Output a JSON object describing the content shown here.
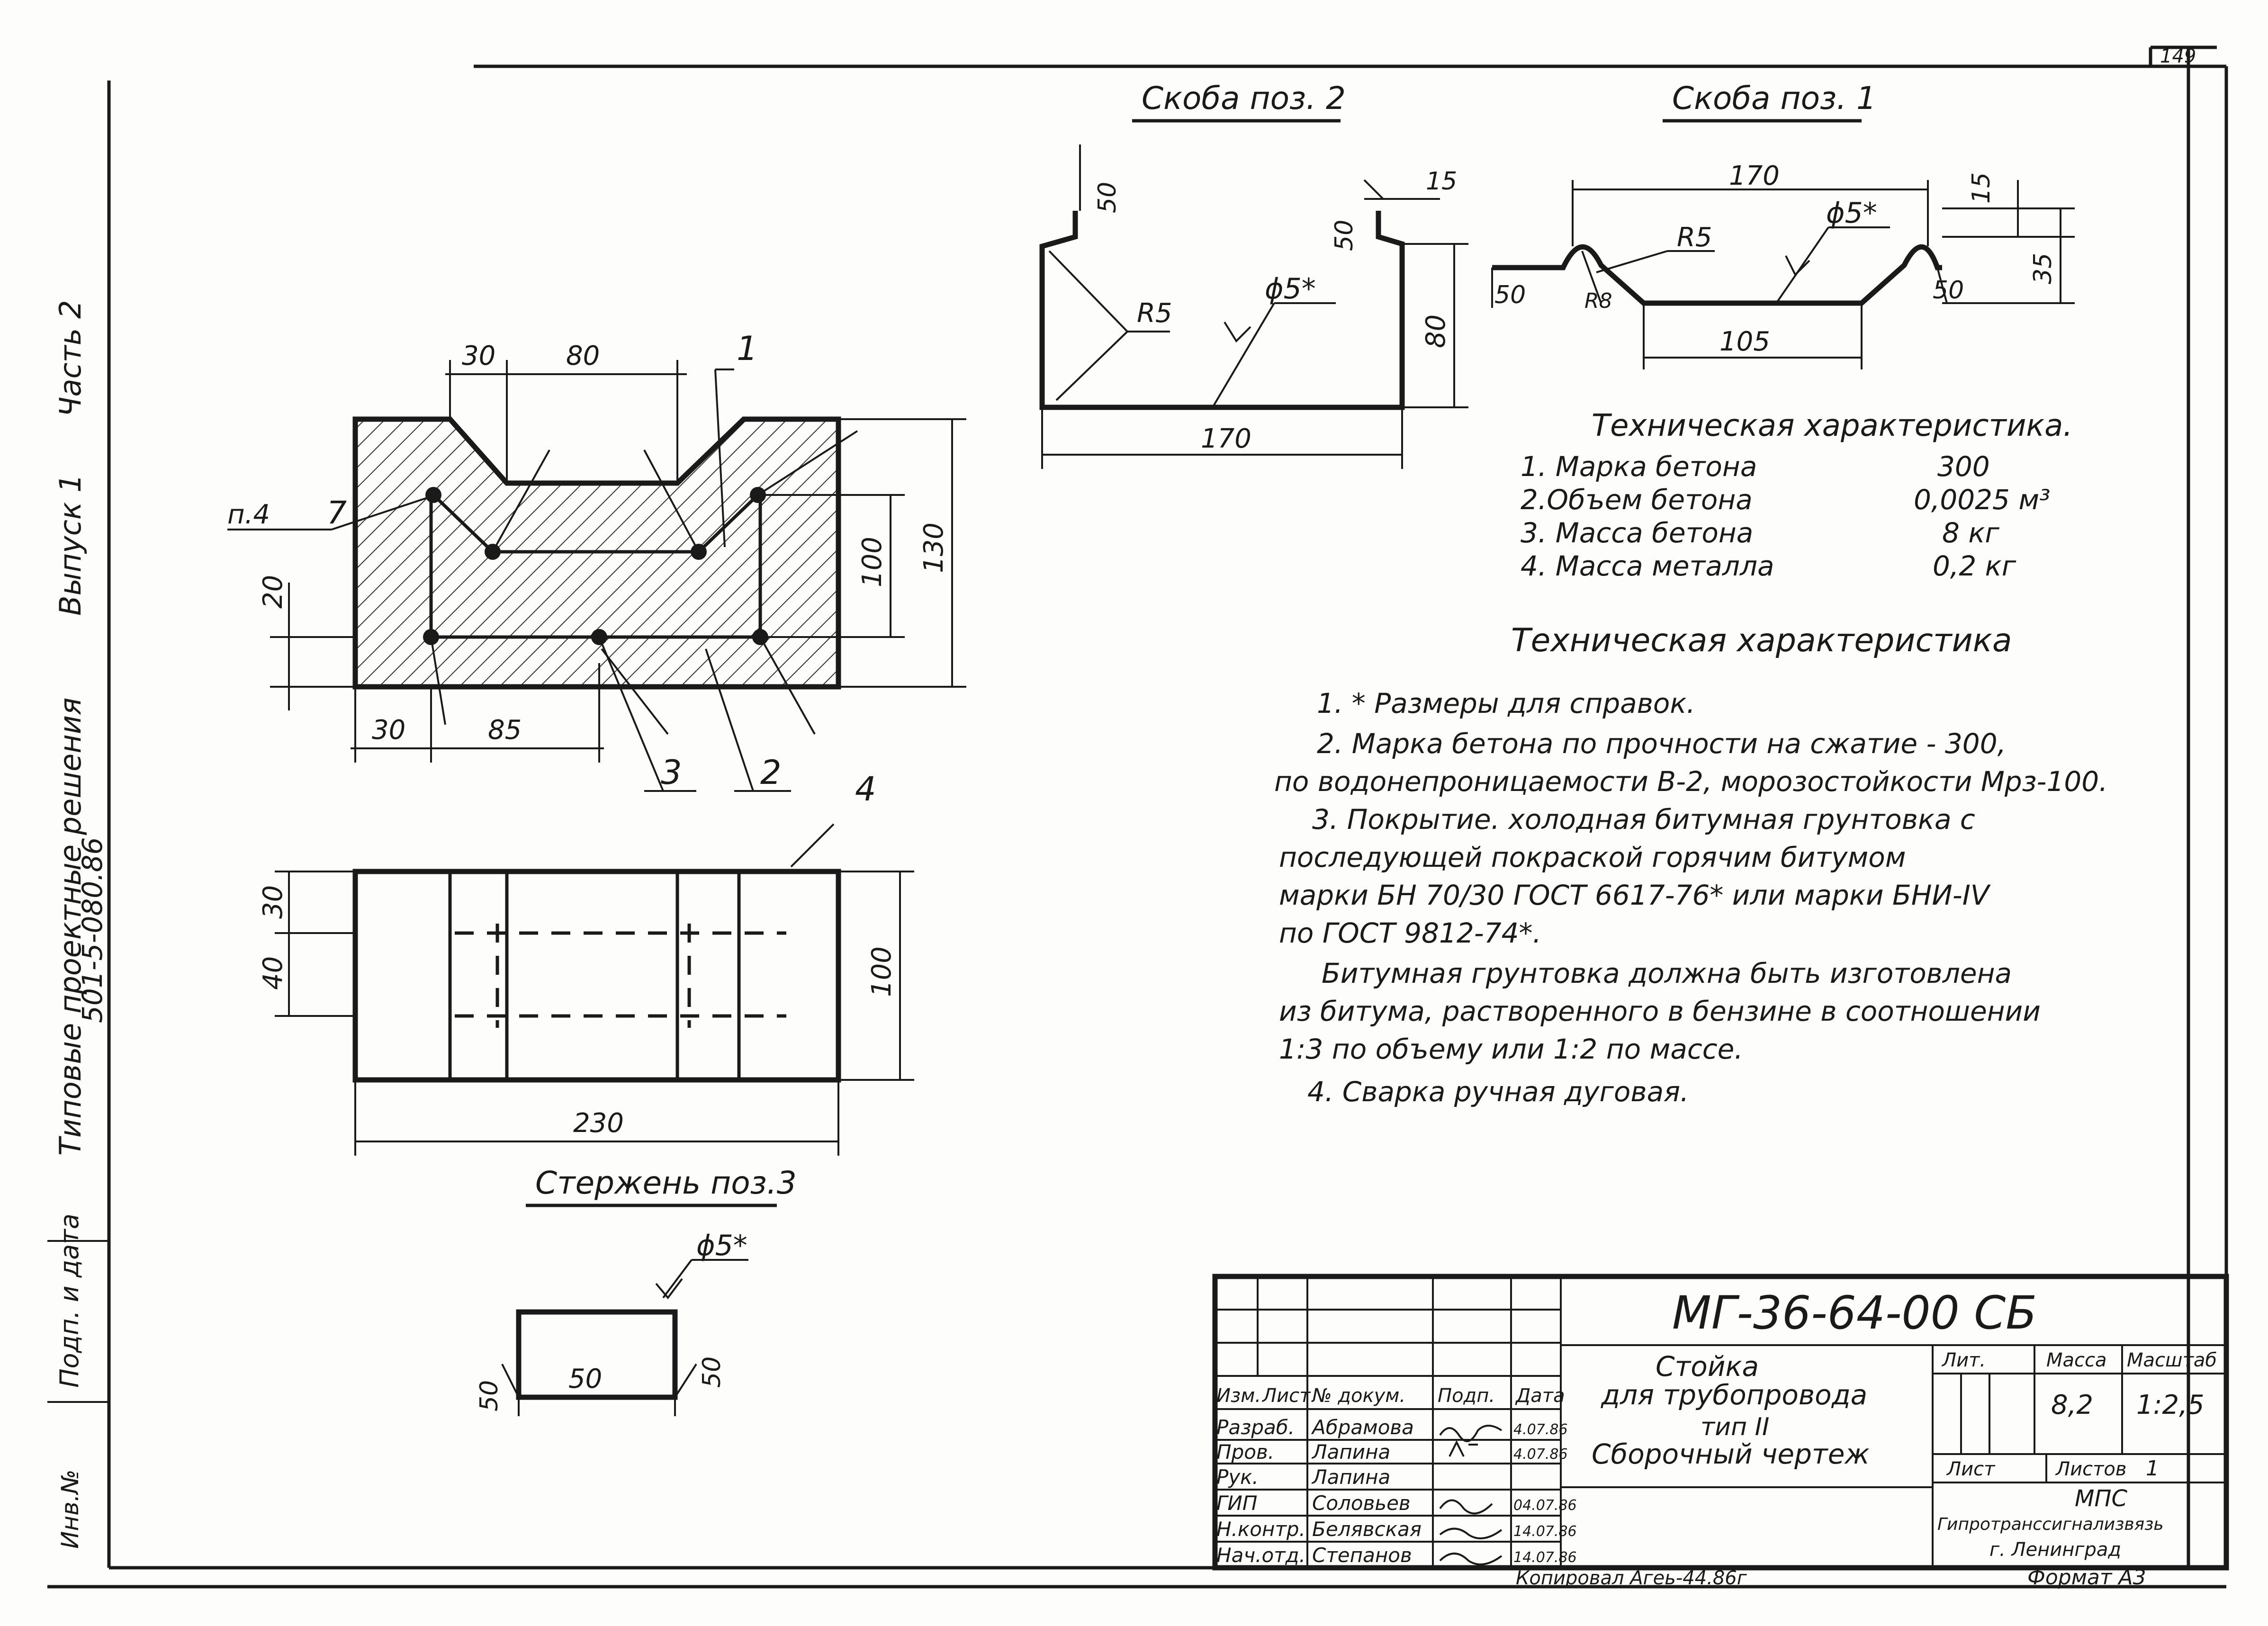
{
  "sheet": {
    "number": "149",
    "format": "Формат А3",
    "copied_note": "Копировал Агеь-44.86г"
  },
  "side": {
    "series": "Типовые проектные решения",
    "code": "501-5-080.86",
    "issue": "Выпуск 1",
    "part": "Часть 2",
    "inv": "Инв.№",
    "sign_date": "Подп. и дата"
  },
  "views": {
    "section": {
      "dims": {
        "d30_top": "30",
        "d80": "80",
        "d130": "130",
        "d100": "100",
        "d20": "20",
        "d30_bot": "30",
        "d85": "85"
      },
      "callouts": {
        "p1": "1",
        "p2": "2",
        "p3": "3",
        "p4": "4",
        "p7": "7",
        "pn4": "п.4"
      }
    },
    "plan": {
      "dims": {
        "d30": "30",
        "d40": "40",
        "d100": "100",
        "d230": "230"
      }
    },
    "rod3": {
      "title": "Стержень поз.3",
      "dims": {
        "d50": "50",
        "e50a": "50",
        "e50b": "50",
        "weld": "ϕ5*"
      }
    },
    "bracket2": {
      "title": "Скоба поз. 2",
      "dims": {
        "e50a": "50",
        "e50b": "50",
        "d15": "15",
        "r5": "R5",
        "weld": "ϕ5*",
        "d80": "80",
        "d170": "170"
      }
    },
    "bracket1": {
      "title": "Скоба поз. 1",
      "dims": {
        "d170": "170",
        "d15": "15",
        "d35": "35",
        "r5": "R5",
        "weld": "ϕ5*",
        "e50a": "50",
        "e50b": "50",
        "r8": "R8",
        "d105": "105"
      }
    }
  },
  "tech": {
    "title": "Техническая характеристика.",
    "rows": [
      {
        "label": "1. Марка бетона",
        "value": "300"
      },
      {
        "label": "2.Объем бетона",
        "value": "0,0025 м³"
      },
      {
        "label": "3. Масса бетона",
        "value": "8 кг"
      },
      {
        "label": "4. Масса металла",
        "value": "0,2 кг"
      }
    ]
  },
  "requirements": {
    "title": "Техническая характеристика",
    "lines": [
      "1. * Размеры для справок.",
      "2. Марка бетона по прочности на сжатие - 300,",
      "по водонепроницаемости В-2, морозостойкости Мрз-100.",
      "3. Покрытие. холодная битумная грунтовка с",
      "последующей покраской горячим битумом",
      "марки БН 70/30 ГОСТ 6617-76* или марки БНИ-IV",
      "по ГОСТ 9812-74*.",
      "Битумная грунтовка должна быть изготовлена",
      "из битума, растворенного в бензине в соотношении",
      "1:3 по объему или 1:2 по массе.",
      "4. Сварка ручная дуговая."
    ]
  },
  "titleblock": {
    "designation": "МГ-36-64-00 СБ",
    "name_lines": [
      "Стойка",
      "для трубопровода",
      "тип II",
      "Сборочный чертеж"
    ],
    "headers": {
      "izm": "Изм.",
      "list": "Лист",
      "doc": "№ докум.",
      "podp": "Подп.",
      "data": "Дата"
    },
    "staff": [
      {
        "role": "Разраб.",
        "name": "Абрамова",
        "date": "4.07.86"
      },
      {
        "role": "Пров.",
        "name": "Лапина",
        "date": "4.07.86"
      },
      {
        "role": "Рук.",
        "name": "Лапина",
        "date": ""
      },
      {
        "role": "ГИП",
        "name": "Соловьев",
        "date": "04.07.86"
      },
      {
        "role": "Н.контр.",
        "name": "Белявская",
        "date": "14.07.86"
      },
      {
        "role": "Нач.отд.",
        "name": "Степанов",
        "date": "14.07.86"
      }
    ],
    "lit_label": "Лит.",
    "mass_label": "Масса",
    "scale_label": "Масштаб",
    "mass": "8,2",
    "scale": "1:2,5",
    "sheet_label": "Лист",
    "sheets_label": "Листов",
    "sheets": "1",
    "org1": "МПС",
    "org2": "Гипротранссигнализвязь",
    "org3": "г. Ленинград"
  }
}
